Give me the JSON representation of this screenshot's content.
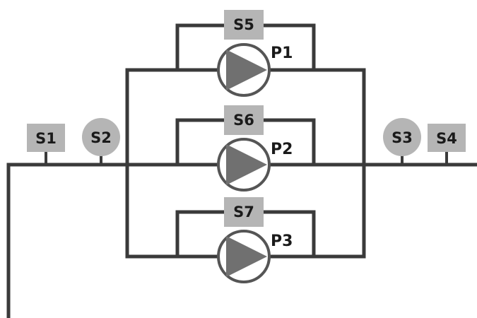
{
  "colors": {
    "pipe": "#3a3a3a",
    "sensor": "#b5b5b5",
    "pump_ring": "#555555",
    "pump_triangle": "#707070"
  },
  "sensors": {
    "s1": {
      "label": "S1",
      "shape": "square"
    },
    "s2": {
      "label": "S2",
      "shape": "circle"
    },
    "s3": {
      "label": "S3",
      "shape": "circle"
    },
    "s4": {
      "label": "S4",
      "shape": "square"
    },
    "s5": {
      "label": "S5",
      "shape": "square"
    },
    "s6": {
      "label": "S6",
      "shape": "square"
    },
    "s7": {
      "label": "S7",
      "shape": "square"
    }
  },
  "pumps": {
    "p1": {
      "label": "P1"
    },
    "p2": {
      "label": "P2"
    },
    "p3": {
      "label": "P3"
    }
  }
}
